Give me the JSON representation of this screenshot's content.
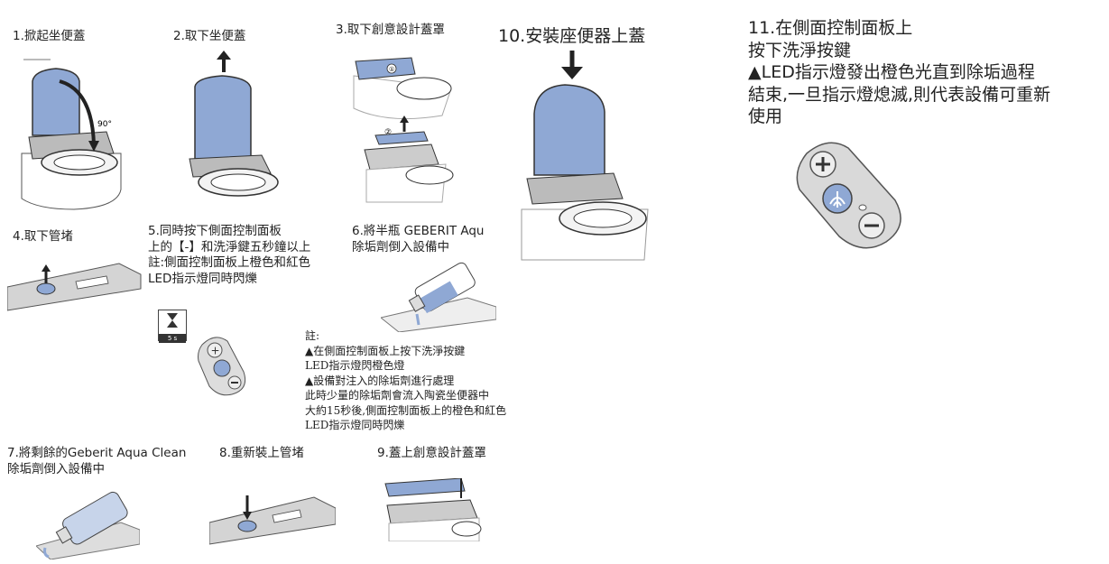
{
  "steps": {
    "s1": "1.掀起坐便蓋",
    "s1_angle": "90°",
    "s2": "2.取下坐便蓋",
    "s3": "3.取下創意設計蓋罩",
    "s3_mark_1": "①",
    "s3_mark_2": "②",
    "s4": "4.取下管堵",
    "s5": [
      "5.同時按下側面控制面板",
      "上的【-】和洗淨鍵五秒鐘以上",
      "註:側面控制面板上橙色和紅色",
      "LED指示燈同時閃爍"
    ],
    "s5_timer": "5 s",
    "s6": [
      "6.將半瓶 GEBERIT Aqu",
      "除垢劑倒入設備中"
    ],
    "s7": [
      "7.將剩餘的Geberit Aqua Clean",
      "除垢劑倒入設備中"
    ],
    "s8": "8.重新裝上管堵",
    "s9": "9.蓋上創意設計蓋罩",
    "s10": "10.安裝座便器上蓋",
    "s11": [
      "11.在側面控制面板上",
      "按下洗淨按鍵",
      "▲LED指示燈發出橙色光直到除垢過程",
      "結束,一旦指示燈熄滅,則代表設備可重新",
      "使用"
    ]
  },
  "note": [
    "註:",
    "▲在側面控制面板上按下洗淨按鍵",
    "LED指示燈閃橙色燈",
    "▲設備對注入的除垢劑進行處理",
    "此時少量的除垢劑會流入陶瓷坐便器中",
    "大約15秒後,側面控制面板上的橙色和紅色",
    "LED指示燈同時閃爍"
  ],
  "colors": {
    "lid_blue": "#8fa8d4",
    "outline": "#333333",
    "panel_gray": "#d4d4d4"
  }
}
